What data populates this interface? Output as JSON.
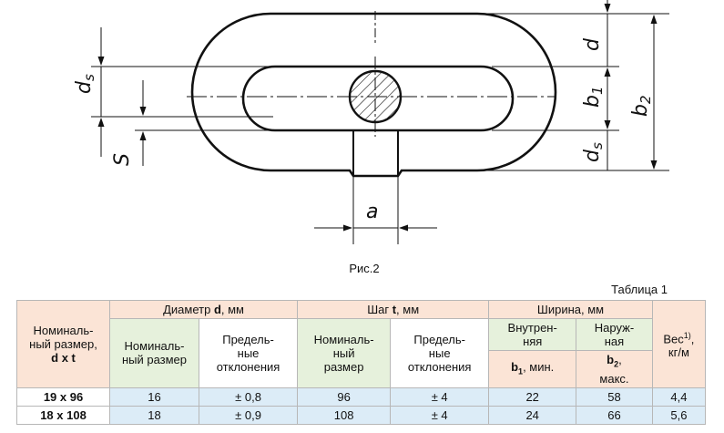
{
  "figure": {
    "labels": {
      "d": "d",
      "ds_left": "d",
      "ds_left_sub": "s",
      "s": "S",
      "b1": "b",
      "b1_sub": "1",
      "b2": "b",
      "b2_sub": "2",
      "ds_right": "d",
      "ds_right_sub": "s",
      "a": "a"
    },
    "caption": "Рис.2"
  },
  "table": {
    "caption": "Таблица 1",
    "headers": {
      "nominal_size_line1": "Номиналь-",
      "nominal_size_line2": "ный размер,",
      "nominal_size_formula": "d x t",
      "diameter_group_prefix": "Диаметр ",
      "diameter_group_symbol": "d",
      "diameter_group_suffix": ", мм",
      "pitch_group_prefix": "Шаг ",
      "pitch_group_symbol": "t",
      "pitch_group_suffix": ", мм",
      "width_group": "Ширина, мм",
      "weight_line1": "Вес",
      "weight_sup": "1)",
      "weight_line1_end": ",",
      "weight_line2": "кг/м",
      "diam_nominal_l1": "Номиналь-",
      "diam_nominal_l2": "ный размер",
      "diam_tol_l1": "Предель-",
      "diam_tol_l2": "ные",
      "diam_tol_l3": "отклонения",
      "pitch_nominal_l1": "Номиналь-",
      "pitch_nominal_l2": "ный",
      "pitch_nominal_l3": "размер",
      "pitch_tol_l1": "Предель-",
      "pitch_tol_l2": "ные",
      "pitch_tol_l3": "отклонения",
      "inner_l1": "Внутрен-",
      "inner_l2": "няя",
      "outer_l1": "Наруж-",
      "outer_l2": "ная",
      "b1_symbol": "b",
      "b1_sub": "1",
      "b1_suffix": ",  мин.",
      "b2_symbol": "b",
      "b2_sub": "2",
      "b2_suffix": ",",
      "b2_suffix_l2": "макс."
    },
    "rows": [
      {
        "size": "19 x 96",
        "d": "16",
        "d_tol": "± 0,8",
        "t": "96",
        "t_tol": "± 4",
        "b1": "22",
        "b2": "58",
        "weight": "4,4"
      },
      {
        "size": "18 x 108",
        "d": "18",
        "d_tol": "± 0,9",
        "t": "108",
        "t_tol": "± 4",
        "b1": "24",
        "b2": "66",
        "weight": "5,6"
      }
    ]
  }
}
